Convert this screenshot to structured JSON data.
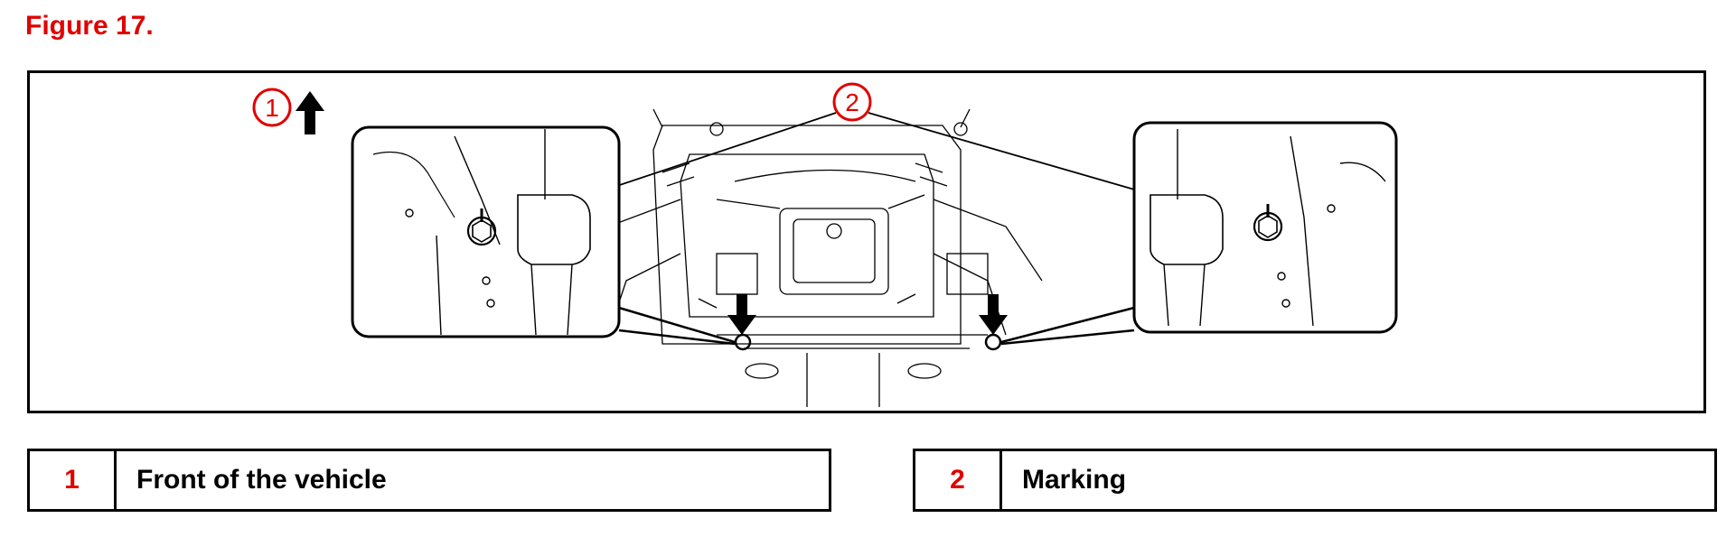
{
  "figure": {
    "title": "Figure 17."
  },
  "callouts": [
    {
      "number": "1",
      "meaning": "Front of the vehicle"
    },
    {
      "number": "2",
      "meaning": "Marking"
    }
  ],
  "legend": [
    {
      "number": "1",
      "text": "Front of the vehicle"
    },
    {
      "number": "2",
      "text": "Marking"
    }
  ],
  "colors": {
    "accent_red": "#e00000",
    "line": "#000000",
    "background": "#ffffff"
  },
  "icons": [
    "front-arrow-icon",
    "down-arrow-icon",
    "bolt-marking-icon"
  ]
}
